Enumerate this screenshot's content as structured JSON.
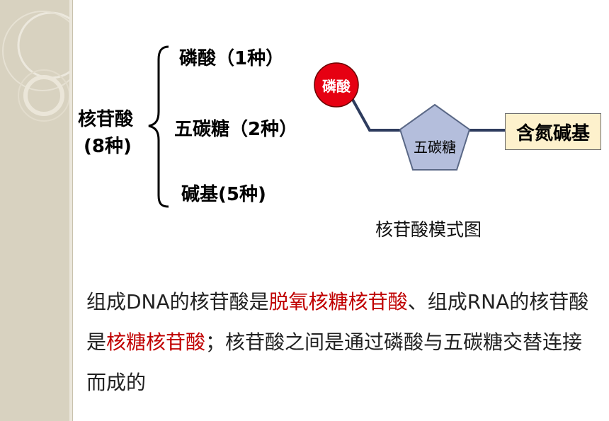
{
  "diagram": {
    "root_label": "核苷酸",
    "root_count": "(8种)",
    "branches": [
      {
        "label": "磷酸（1种）"
      },
      {
        "label": "五碳糖（2种）"
      },
      {
        "label": "碱基(5种)"
      }
    ]
  },
  "model": {
    "phosphate_label": "磷酸",
    "sugar_label": "五碳糖",
    "base_label": "含氮碱基",
    "caption": "核苷酸模式图",
    "colors": {
      "phosphate": "#e60012",
      "sugar": "#b4bedc",
      "base": "#fdf1cc",
      "connector": "#2e3c5e"
    }
  },
  "paragraph": {
    "part1": "组成DNA的核苷酸是",
    "highlight1": "脱氧核糖核苷酸",
    "part2": "、组成RNA的核苷酸是",
    "highlight2": "核糖核苷酸",
    "part3": "；核苷酸之间是通过磷酸与五碳糖交替连接而成的"
  }
}
